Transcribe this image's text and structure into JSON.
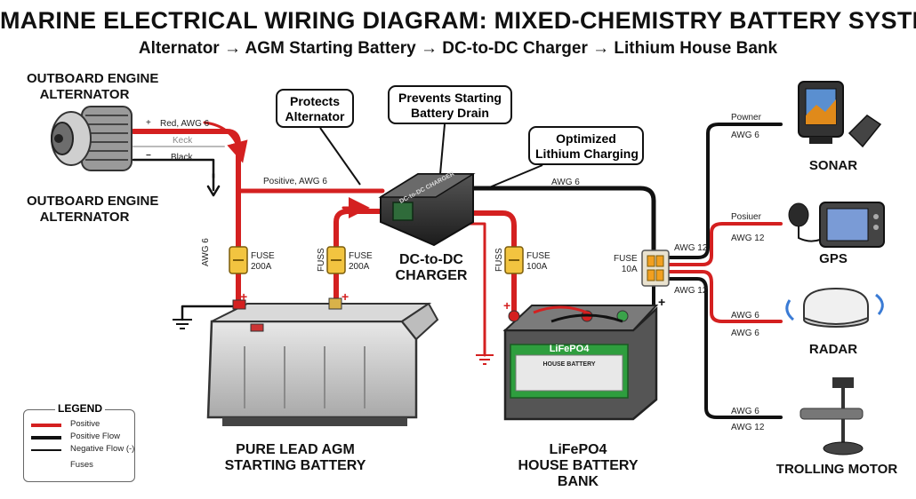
{
  "title": "MARINE ELECTRICAL WIRING DIAGRAM: MIXED-CHEMISTRY BATTERY SYSTEM",
  "subtitle": "Alternator → AGM Starting Battery → DC-to-DC Charger → Lithium House Bank",
  "components": {
    "alternator_top": "OUTBOARD ENGINE\nALTERNATOR",
    "alternator_bottom": "OUTBOARD ENGINE\nALTERNATOR",
    "agm_battery": "PURE LEAD AGM\nSTARTING BATTERY",
    "dcdc": "DC-to-DC\nCHARGER",
    "dcdc_body": "DC-to-DC\nCHARGER",
    "lifepo4": "LiFePO4\nHOUSE BATTERY\nBANK",
    "lifepo4_label": "LiFePO4",
    "lifepo4_label_sub": "HOUSE BATTERY",
    "sonar": "SONAR",
    "gps": "GPS",
    "radar": "RADAR",
    "trolling": "TROLLING MOTOR"
  },
  "callouts": {
    "protects": "Protects\nAlternator",
    "prevents": "Prevents Starting\nBattery Drain",
    "optimized": "Optimized\nLithium Charging"
  },
  "wire_labels": {
    "red_awg6": "Red, AWG 6",
    "keck": "Keck",
    "black": "Black",
    "positive_awg6": "Positive, AWG 6",
    "awg6_vertical": "AWG 6",
    "awg6_top": "AWG 6",
    "fuse1": "FUSE\n200A",
    "fuse2_side": "FUSS",
    "fuse2": "FUSE\n200A",
    "fuse3_side": "FUSS",
    "fuse3": "FUSE\n100A",
    "fuse4": "FUSE\n10A",
    "awg12_a": "AWG 12",
    "awg12_b": "AWG 12",
    "powner": "Powner",
    "sonar_awg": "AWG 6",
    "posiuer": "Posiuer",
    "gps_awg": "AWG 12",
    "radar_awg_a": "AWG 6",
    "radar_awg_b": "AWG 6",
    "trolling_awg_a": "AWG 6",
    "trolling_awg_b": "AWG 12",
    "plus": "+",
    "minus": "−"
  },
  "legend": {
    "title": "LEGEND",
    "items": [
      {
        "label": "Positive",
        "color": "#d42020"
      },
      {
        "label": "Positive Flow",
        "color": "#111111"
      },
      {
        "label": "Negative Flow (-)",
        "color": "#111111"
      },
      {
        "label": "Fuses",
        "color": "#999999"
      }
    ]
  },
  "colors": {
    "positive": "#d42020",
    "negative": "#111111",
    "battery_green": "#3aa34a"
  }
}
